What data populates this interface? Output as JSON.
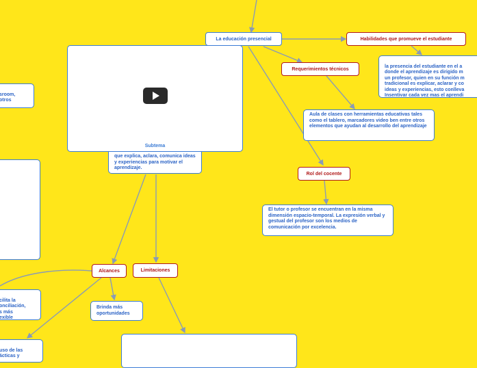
{
  "nodes": {
    "presencial": "La educación presencial",
    "habilidades": "Habilidades que promueve el estudiante",
    "requerimientos": "Requerimientos técnicos",
    "rol": "Rol del cocente",
    "alcances": "Alcances",
    "limitaciones": "Limitaciones"
  },
  "texts": {
    "habilidades_desc": "la presencia del estudiante en el a\ndonde el aprendizaje es dirigido m\nun profesor, quien en su función m\ntradicional es explicar, aclarar y co\nideas y experiencias, esto conlleva\nInsentivar cada vez mas el aprendi",
    "requerimientos_desc": "Aula de clases con herramientas educativas tales como el tablero, marcadores video ben entre otros elementos que ayudan al desarrollo del aprendizaje",
    "rol_desc": "El tutor o profesor se encuentran en la misma dimensión espacio-temporal. La expresión verbal y gestual del profesor son los medios de comunicación por excelencia.",
    "center_desc": "que  explica, aclara, comunica ideas y experiencias para motivar el aprendizaje.",
    "left_top": "sroom,\notros",
    "left_facilita": "cilita la\nonciliación,\ns más\nexible",
    "left_bottom": "uso de las\nácticas y",
    "oportunidades": "Brinda más oportunidades",
    "subtema": "Subtema"
  },
  "video": {
    "control": "play-icon"
  },
  "colors": {
    "background": "#ffe61a",
    "accent_blue": "#3a7bd5",
    "accent_red": "#b01818",
    "line": "#8a9bb5"
  }
}
